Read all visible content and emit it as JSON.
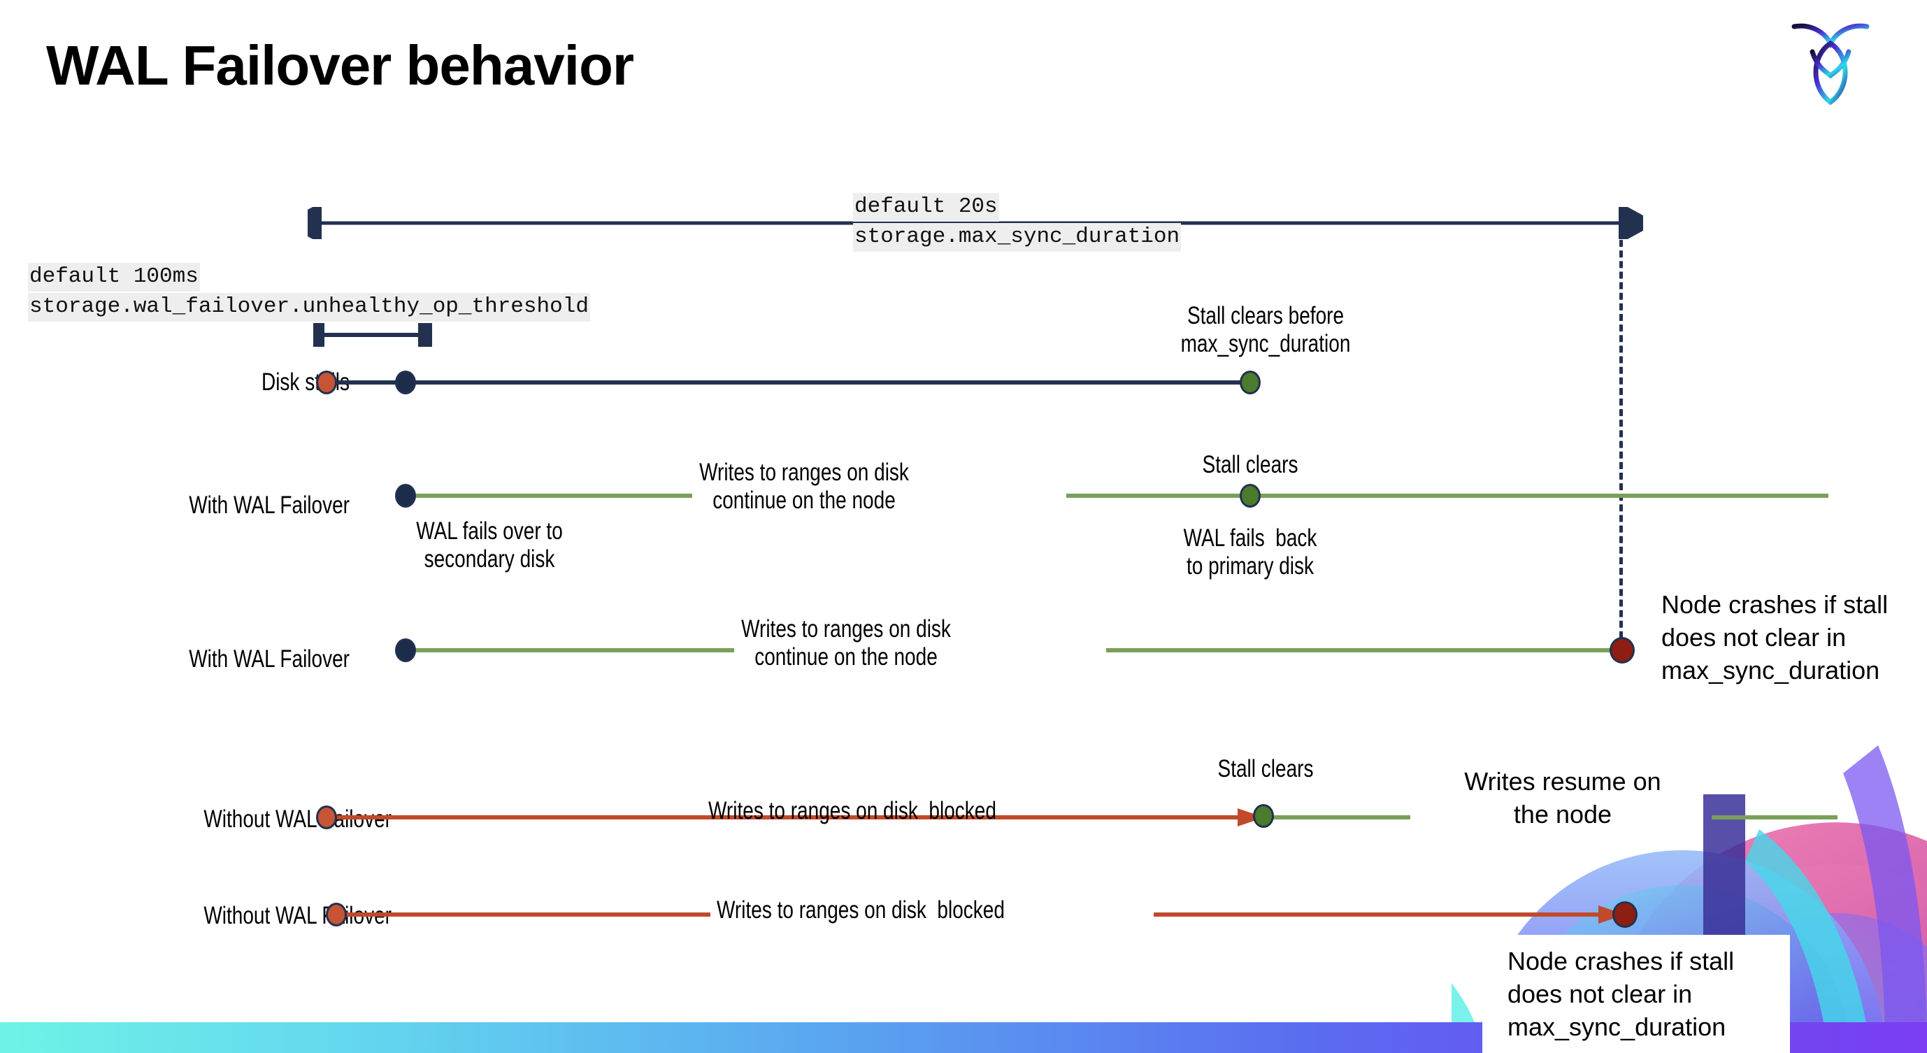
{
  "slide": {
    "title": "WAL Failover behavior",
    "logo_name": "cockroachdb-logo"
  },
  "annotations": {
    "max_sync": {
      "line1": "default 20s",
      "line2": "storage.max_sync_duration"
    },
    "unhealthy_op": {
      "line1": "default 100ms",
      "line2": "storage.wal_failover.unhealthy_op_threshold"
    }
  },
  "rows": [
    {
      "id": "disk-stalls",
      "label": "Disk stalls",
      "note_above": "Stall clears before\nmax_sync_duration"
    },
    {
      "id": "with-wal-failover-clears",
      "label": "With WAL Failover",
      "note_below_start": "WAL fails over to\nsecondary disk",
      "note_mid": "Writes to ranges on disk\ncontinue on the node",
      "note_above_event": "Stall clears",
      "note_below_event": "WAL fails  back\nto primary disk"
    },
    {
      "id": "with-wal-failover-crash",
      "label": "With WAL Failover",
      "note_mid": "Writes to ranges on disk\ncontinue on the node",
      "note_right": "Node crashes if stall\ndoes not clear in\nmax_sync_duration"
    },
    {
      "id": "without-wal-failover-clears",
      "label": "Without WAL Failover",
      "note_mid": "Writes to ranges on disk  blocked",
      "note_above_event": "Stall clears",
      "note_right": "Writes resume on\nthe node"
    },
    {
      "id": "without-wal-failover-crash",
      "label": "Without WAL Failover",
      "note_mid": "Writes to ranges on disk  blocked",
      "note_right": "Node crashes if stall\ndoes not clear in\nmax_sync_duration"
    }
  ],
  "colors": {
    "navy": "#22314f",
    "green": "#79a05a",
    "red": "#c04a2b",
    "orange_dot": "#c75434",
    "navy_dot": "#1e2c4c",
    "green_dot": "#4b7b2c",
    "darkred_dot": "#8e1d12",
    "code_bg": "#eeeeee"
  }
}
